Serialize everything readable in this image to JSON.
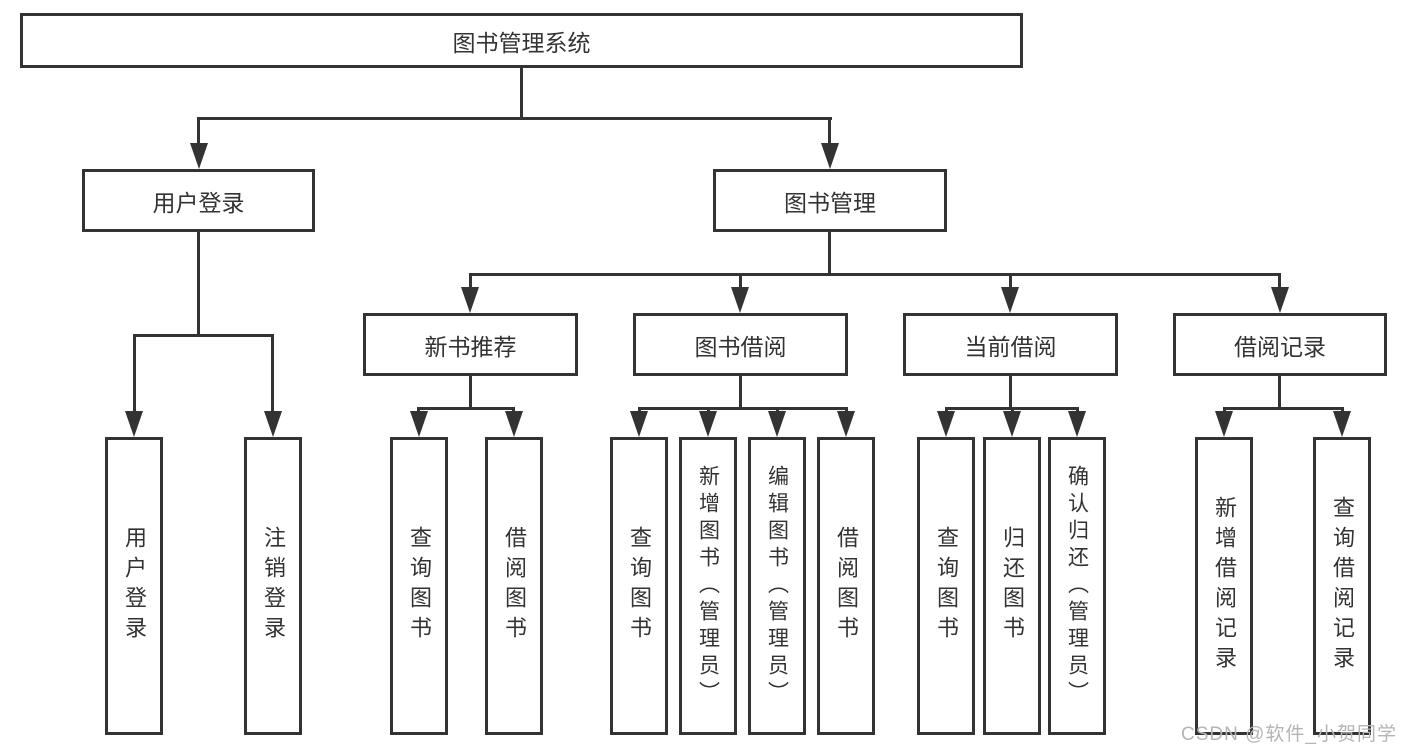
{
  "diagram": {
    "type": "hierarchy-tree",
    "colors": {
      "line": "#333333",
      "text": "#333333",
      "background": "#ffffff",
      "watermark": "#b5b5b5"
    },
    "nodes": {
      "root": {
        "label": "图书管理系统"
      },
      "user_login_branch": {
        "label": "用户登录"
      },
      "book_mgmt_branch": {
        "label": "图书管理"
      },
      "new_book_rec": {
        "label": "新书推荐"
      },
      "book_borrow": {
        "label": "图书借阅"
      },
      "current_borrow": {
        "label": "当前借阅"
      },
      "borrow_records": {
        "label": "借阅记录"
      },
      "leaf_user_login": {
        "label": "用户登录"
      },
      "leaf_logout": {
        "label": "注销登录"
      },
      "leaf_query_books_1": {
        "label": "查询图书"
      },
      "leaf_borrow_books_1": {
        "label": "借阅图书"
      },
      "leaf_query_books_2": {
        "label": "查询图书"
      },
      "leaf_add_books_admin": {
        "label": "新增图书（管理员）"
      },
      "leaf_edit_books_admin": {
        "label": "编辑图书（管理员）"
      },
      "leaf_borrow_books_2": {
        "label": "借阅图书"
      },
      "leaf_query_books_3": {
        "label": "查询图书"
      },
      "leaf_return_books": {
        "label": "归还图书"
      },
      "leaf_confirm_return_admin": {
        "label": "确认归还（管理员）"
      },
      "leaf_add_borrow_record": {
        "label": "新增借阅记录"
      },
      "leaf_query_borrow_record": {
        "label": "查询借阅记录"
      }
    },
    "watermark": "CSDN @软件_小贺同学"
  }
}
